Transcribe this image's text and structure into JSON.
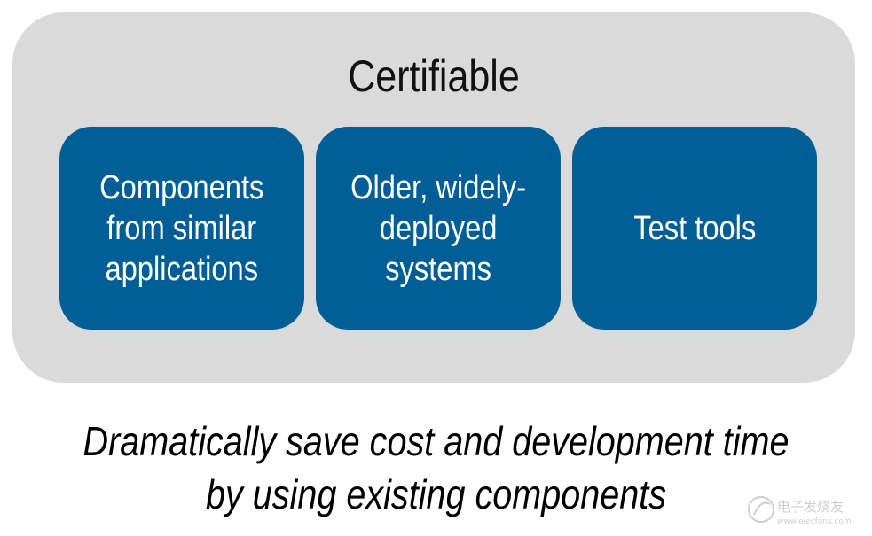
{
  "panel": {
    "title": "Certifiable",
    "boxes": [
      {
        "label": "Components\nfrom similar\napplications"
      },
      {
        "label": "Older, widely-\ndeployed\nsystems"
      },
      {
        "label": "Test tools"
      }
    ]
  },
  "caption": "Dramatically save cost and development time\nby using existing components",
  "watermark": {
    "text": "电子发烧友",
    "url": "www.elecfans.com"
  },
  "colors": {
    "panel": "#dadada",
    "box": "#005e96",
    "box_text": "#ffffff"
  }
}
